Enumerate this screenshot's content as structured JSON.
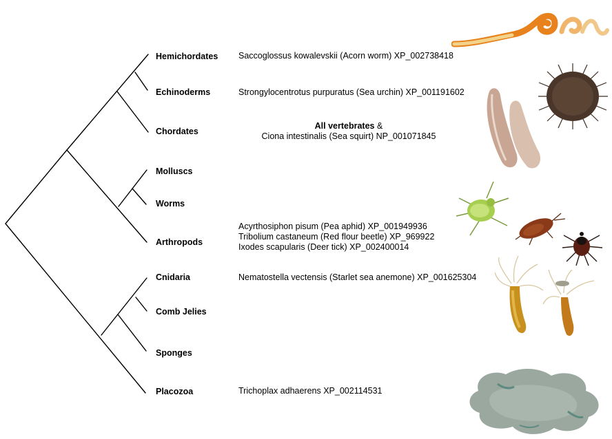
{
  "taxa": {
    "hemichordates": "Hemichordates",
    "echinoderms": "Echinoderms",
    "chordates": "Chordates",
    "molluscs": "Molluscs",
    "worms": "Worms",
    "arthropods": "Arthropods",
    "cnidaria": "Cnidaria",
    "comb_jellies": "Comb Jelies",
    "sponges": "Sponges",
    "placozoa": "Placozoa"
  },
  "species": {
    "hemichordates": "Saccoglossus kowalevskii (Acorn worm) XP_002738418",
    "echinoderms": "Strongylocentrotus purpuratus (Sea urchin) XP_001191602",
    "chordates_bold": "All vertebrates",
    "chordates_amp": " &",
    "chordates_line2": "Ciona intestinalis (Sea squirt) NP_001071845",
    "arthropods": [
      "Acyrthosiphon pisum (Pea aphid)  XP_001949936",
      "Tribolium castaneum (Red flour beetle) XP_969922",
      "Ixodes scapularis (Deer tick) XP_002400014"
    ],
    "cnidaria": "Nematostella vectensis (Starlet sea anemone) XP_001625304",
    "placozoa": "Trichoplax adhaerens  XP_002114531"
  },
  "illustrations": [
    "acorn-worm",
    "sea-urchin",
    "sea-squirt",
    "pea-aphid",
    "flour-beetle",
    "deer-tick",
    "sea-anemone",
    "trichoplax"
  ]
}
